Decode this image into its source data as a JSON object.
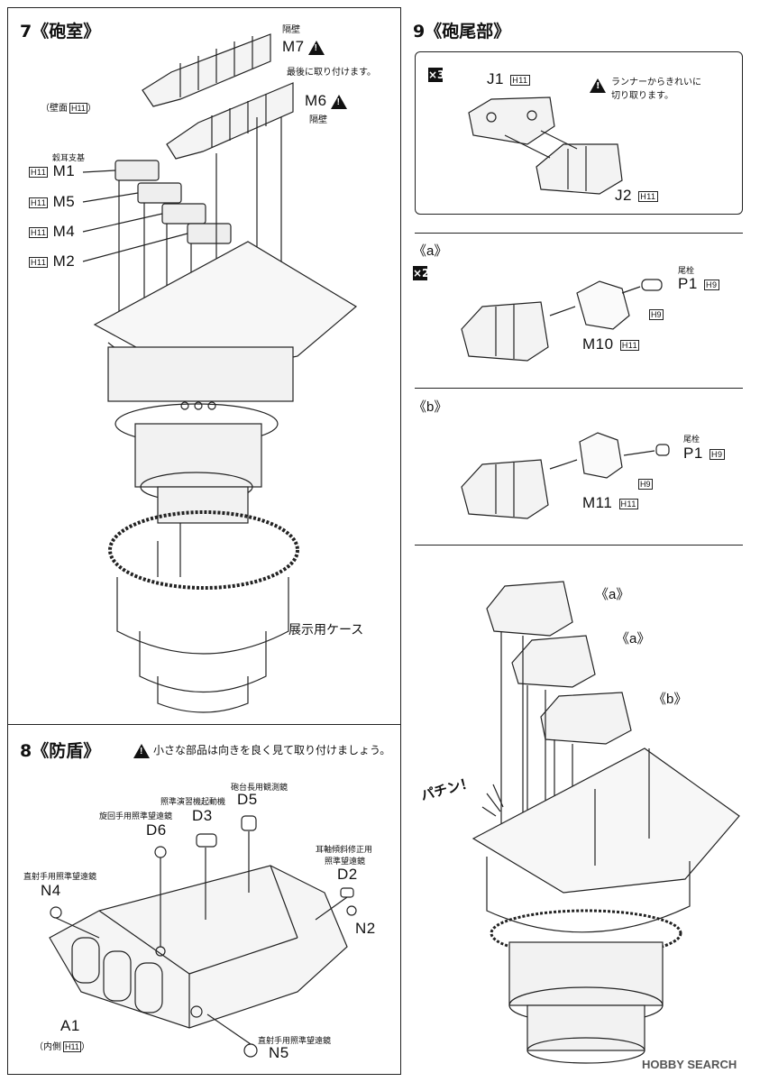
{
  "section7": {
    "title": "7《砲室》",
    "labels": {
      "m7_note": "隔壁",
      "m7": "M7",
      "m7_instruction": "最後に取り付けます。",
      "wall": "（壁面",
      "wall_h": "H11",
      "wall_close": "）",
      "m6": "M6",
      "m6_note": "隔壁",
      "m1_note": "穀耳支基",
      "m1": "M1",
      "m5": "M5",
      "m4": "M4",
      "m2": "M2",
      "h_runner": "H11",
      "case": "展示用ケース"
    }
  },
  "section8": {
    "title": "8《防盾》",
    "caution": "小さな部品は向きを良く見て取り付けましょう。",
    "labels": {
      "d5_note": "砲台長用観測鏡",
      "d3_note": "照準演習機起動機",
      "d5": "D5",
      "d3": "D3",
      "d6_note": "旋回手用照準望遠鏡",
      "d6": "D6",
      "d2_note1": "耳軸傾斜修正用",
      "d2_note2": "照準望遠鏡",
      "d2": "D2",
      "n4_note": "直射手用照準望遠鏡",
      "n4": "N4",
      "n2": "N2",
      "a1": "A1",
      "a1_note": "（内側",
      "a1_h": "H11",
      "a1_close": "）",
      "n5_note": "直射手用照準望遠鏡",
      "n5": "N5"
    }
  },
  "section9": {
    "title": "9《砲尾部》",
    "box": {
      "mult": "×3",
      "j1": "J1",
      "j1_h": "H11",
      "note1": "ランナーからきれいに",
      "note2": "切り取ります。",
      "j2": "J2",
      "j2_h": "H11"
    },
    "a": {
      "tag": "《a》",
      "mult": "×2",
      "p1_note": "尾栓",
      "p1": "P1",
      "p1_h": "H9",
      "h9": "H9",
      "m10": "M10",
      "m10_h": "H11"
    },
    "b": {
      "tag": "《b》",
      "p1_note": "尾栓",
      "p1": "P1",
      "p1_h": "H9",
      "h9": "H9",
      "m11": "M11",
      "m11_h": "H11"
    },
    "assembly": {
      "tag1": "《a》",
      "tag2": "《a》",
      "tag3": "《b》",
      "sfx": "パチン！"
    }
  },
  "watermark": "HOBBY SEARCH"
}
